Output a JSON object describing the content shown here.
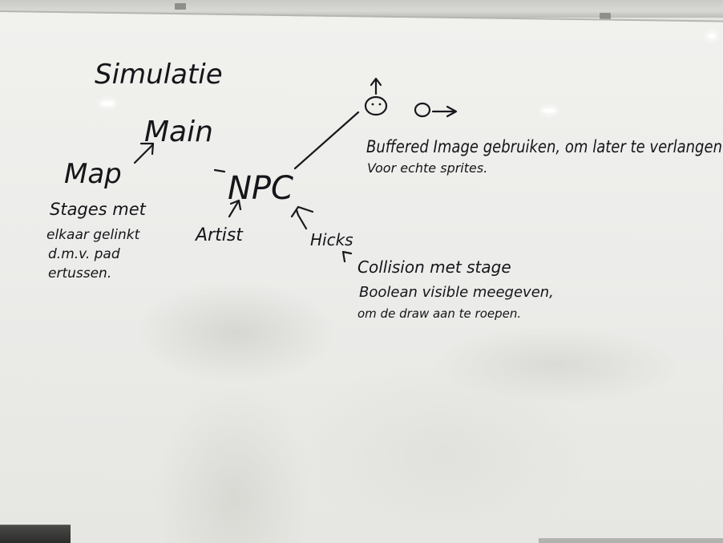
{
  "whiteboard": {
    "title": "Simulatie",
    "nodes": {
      "main": "Main",
      "map": "Map",
      "npc": "NPC",
      "artist": "Artist",
      "hicks": "Hicks"
    },
    "notes": {
      "map_note": [
        "Stages met",
        "elkaar gelinkt",
        "d.m.v. pad",
        "ertussen."
      ],
      "sprite_note": [
        "Buffered Image gebruiken, om later te verlangen",
        "Voor echte sprites."
      ],
      "collision_note": [
        "Collision met stage",
        "Boolean visible meegeven,",
        "om de draw aan te roepen."
      ]
    }
  }
}
